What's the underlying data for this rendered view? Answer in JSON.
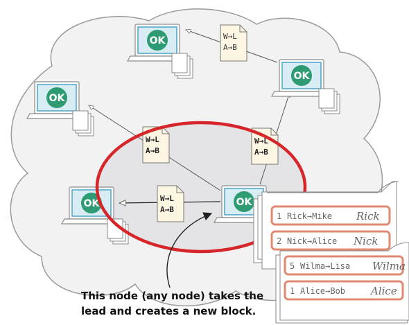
{
  "diagram": {
    "status_label": "OK",
    "tx_w_l": "W→L",
    "tx_a_b": "A→B",
    "caption": [
      "This node (any node) takes the",
      "lead and creates a new block."
    ],
    "block_back": [
      {
        "num": "1",
        "tx": "Rick→Mike",
        "signer": "Rick"
      },
      {
        "num": "2",
        "tx": "Nick→Alice",
        "signer": "Nick"
      }
    ],
    "block_front": [
      {
        "num": "5",
        "tx": "Wilma→Lisa",
        "signer": "Wilma"
      },
      {
        "num": "1",
        "tx": "Alice→Bob",
        "signer": "Alice"
      }
    ],
    "colors": {
      "highlight_ring": "#d6262a",
      "ok_badge": "#2e9b72",
      "cloud_fill": "#f2f2f2",
      "laptop_screen": "#d8ecf3",
      "laptop_frame": "#4aa3c8",
      "doc_fill": "#fbf5e2",
      "ledger_border": "#e08a72"
    }
  }
}
